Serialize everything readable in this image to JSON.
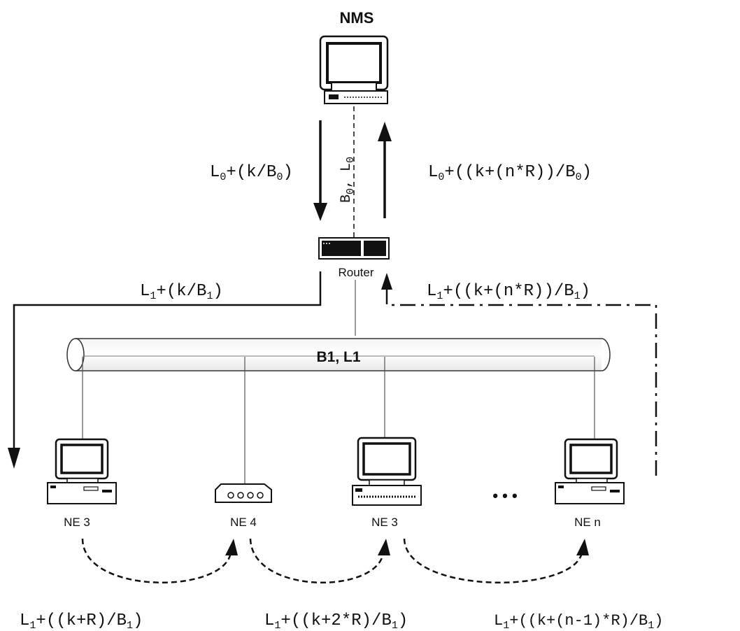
{
  "nms": {
    "title": "NMS"
  },
  "router": {
    "label": "Router"
  },
  "link_top": {
    "label_main": "B",
    "label_sub": "0",
    "label_mid": ", L",
    "label_sub2": "0"
  },
  "bus": {
    "label": "B1, L1"
  },
  "nodes": [
    {
      "label": "NE 3",
      "kind": "pc"
    },
    {
      "label": "NE 4",
      "kind": "modem"
    },
    {
      "label": "NE 3",
      "kind": "pc"
    },
    {
      "label": "NE n",
      "kind": "pc"
    }
  ],
  "ellipsis": "• • •",
  "formulas": {
    "down_nms": {
      "a": "L",
      "a_sub": "0",
      "b": "+(k/B",
      "b_sub": "0",
      "c": ")"
    },
    "up_nms": {
      "a": "L",
      "a_sub": "0",
      "b": "+((k+(n*R))/B",
      "b_sub": "0",
      "c": ")"
    },
    "down_router": {
      "a": "L",
      "a_sub": "1",
      "b": "+(k/B",
      "b_sub": "1",
      "c": ")"
    },
    "up_router": {
      "a": "L",
      "a_sub": "1",
      "b": "+((k+(n*R))/B",
      "b_sub": "1",
      "c": ")"
    },
    "hop1": {
      "a": "L",
      "a_sub": "1",
      "b": "+((k+R)/B",
      "b_sub": "1",
      "c": ")"
    },
    "hop2": {
      "a": "L",
      "a_sub": "1",
      "b": "+((k+2*R)/B",
      "b_sub": "1",
      "c": ")"
    },
    "hop3": {
      "a": "L",
      "a_sub": "1",
      "b": "+((k+(n-1)*R)/B",
      "b_sub": "1",
      "c": ")"
    }
  }
}
